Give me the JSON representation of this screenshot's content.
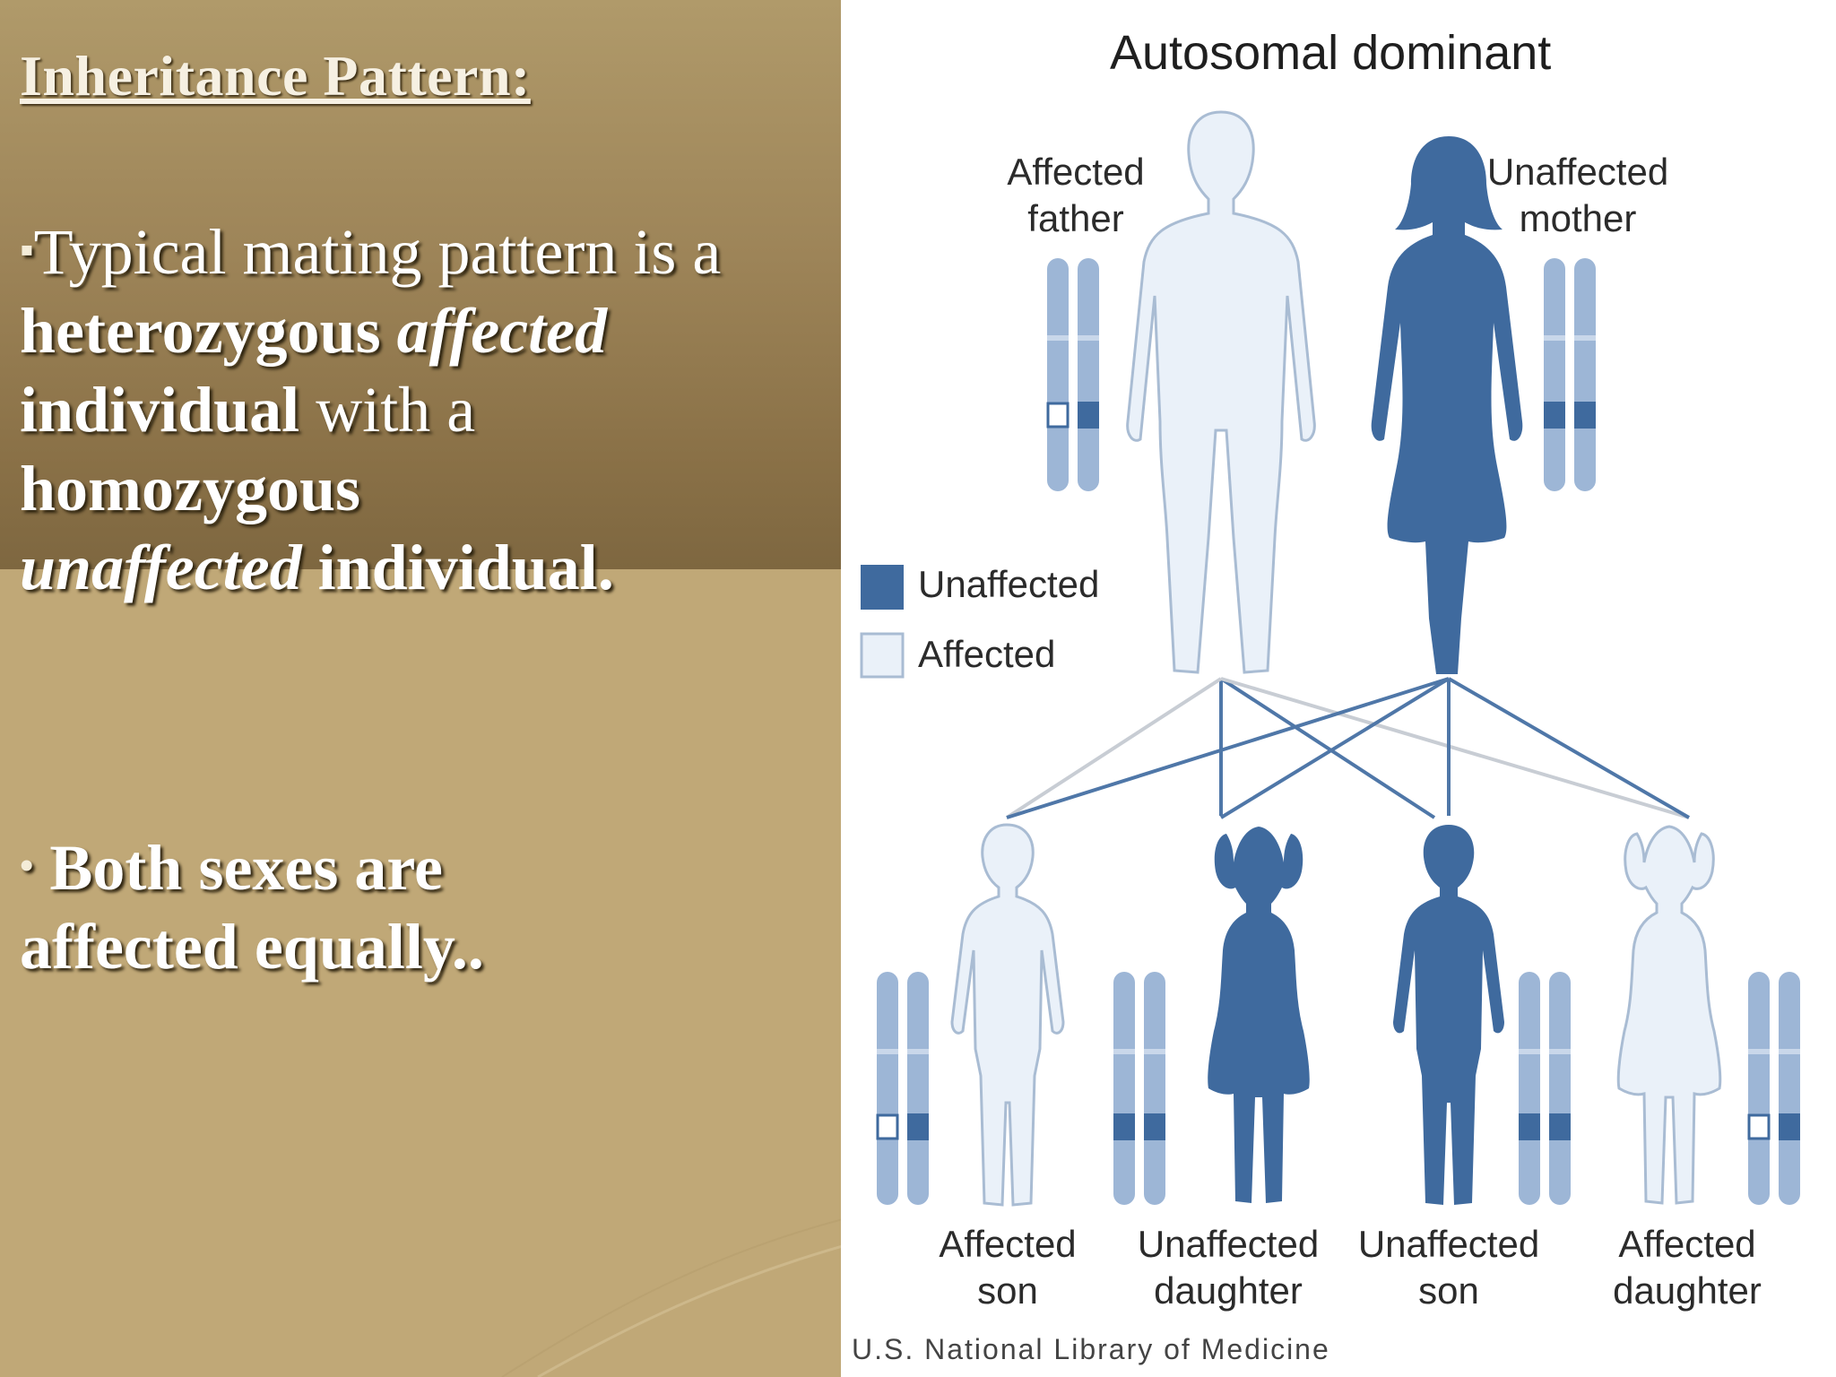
{
  "slide": {
    "heading": "Inheritance Pattern:",
    "bullet_char": "▪",
    "bullet_char_2": "•",
    "p1": {
      "s1": "Typical mating pattern is a ",
      "s2": "heterozygous",
      "s3": "affected",
      "s4": "individual",
      "s5": " with a",
      "s6": "homozygous",
      "s7": "unaffected",
      "s8": "individual."
    },
    "p2": {
      "text": "Both sexes are affected equally.."
    }
  },
  "diagram": {
    "title": "Autosomal dominant",
    "colors": {
      "unaffected": "#3f6a9e",
      "affected": "#eaf1f9",
      "chromosome": "#9db6d6",
      "outline": "#a9bcd3"
    },
    "parents": {
      "father": {
        "line1": "Affected",
        "line2": "father"
      },
      "mother": {
        "line1": "Unaffected",
        "line2": "mother"
      }
    },
    "legend": {
      "unaffected": "Unaffected",
      "affected": "Affected"
    },
    "children": [
      {
        "line1": "Affected",
        "line2": "son"
      },
      {
        "line1": "Unaffected",
        "line2": "daughter"
      },
      {
        "line1": "Unaffected",
        "line2": "son"
      },
      {
        "line1": "Affected",
        "line2": "daughter"
      }
    ],
    "source": "U.S. National Library of Medicine"
  }
}
